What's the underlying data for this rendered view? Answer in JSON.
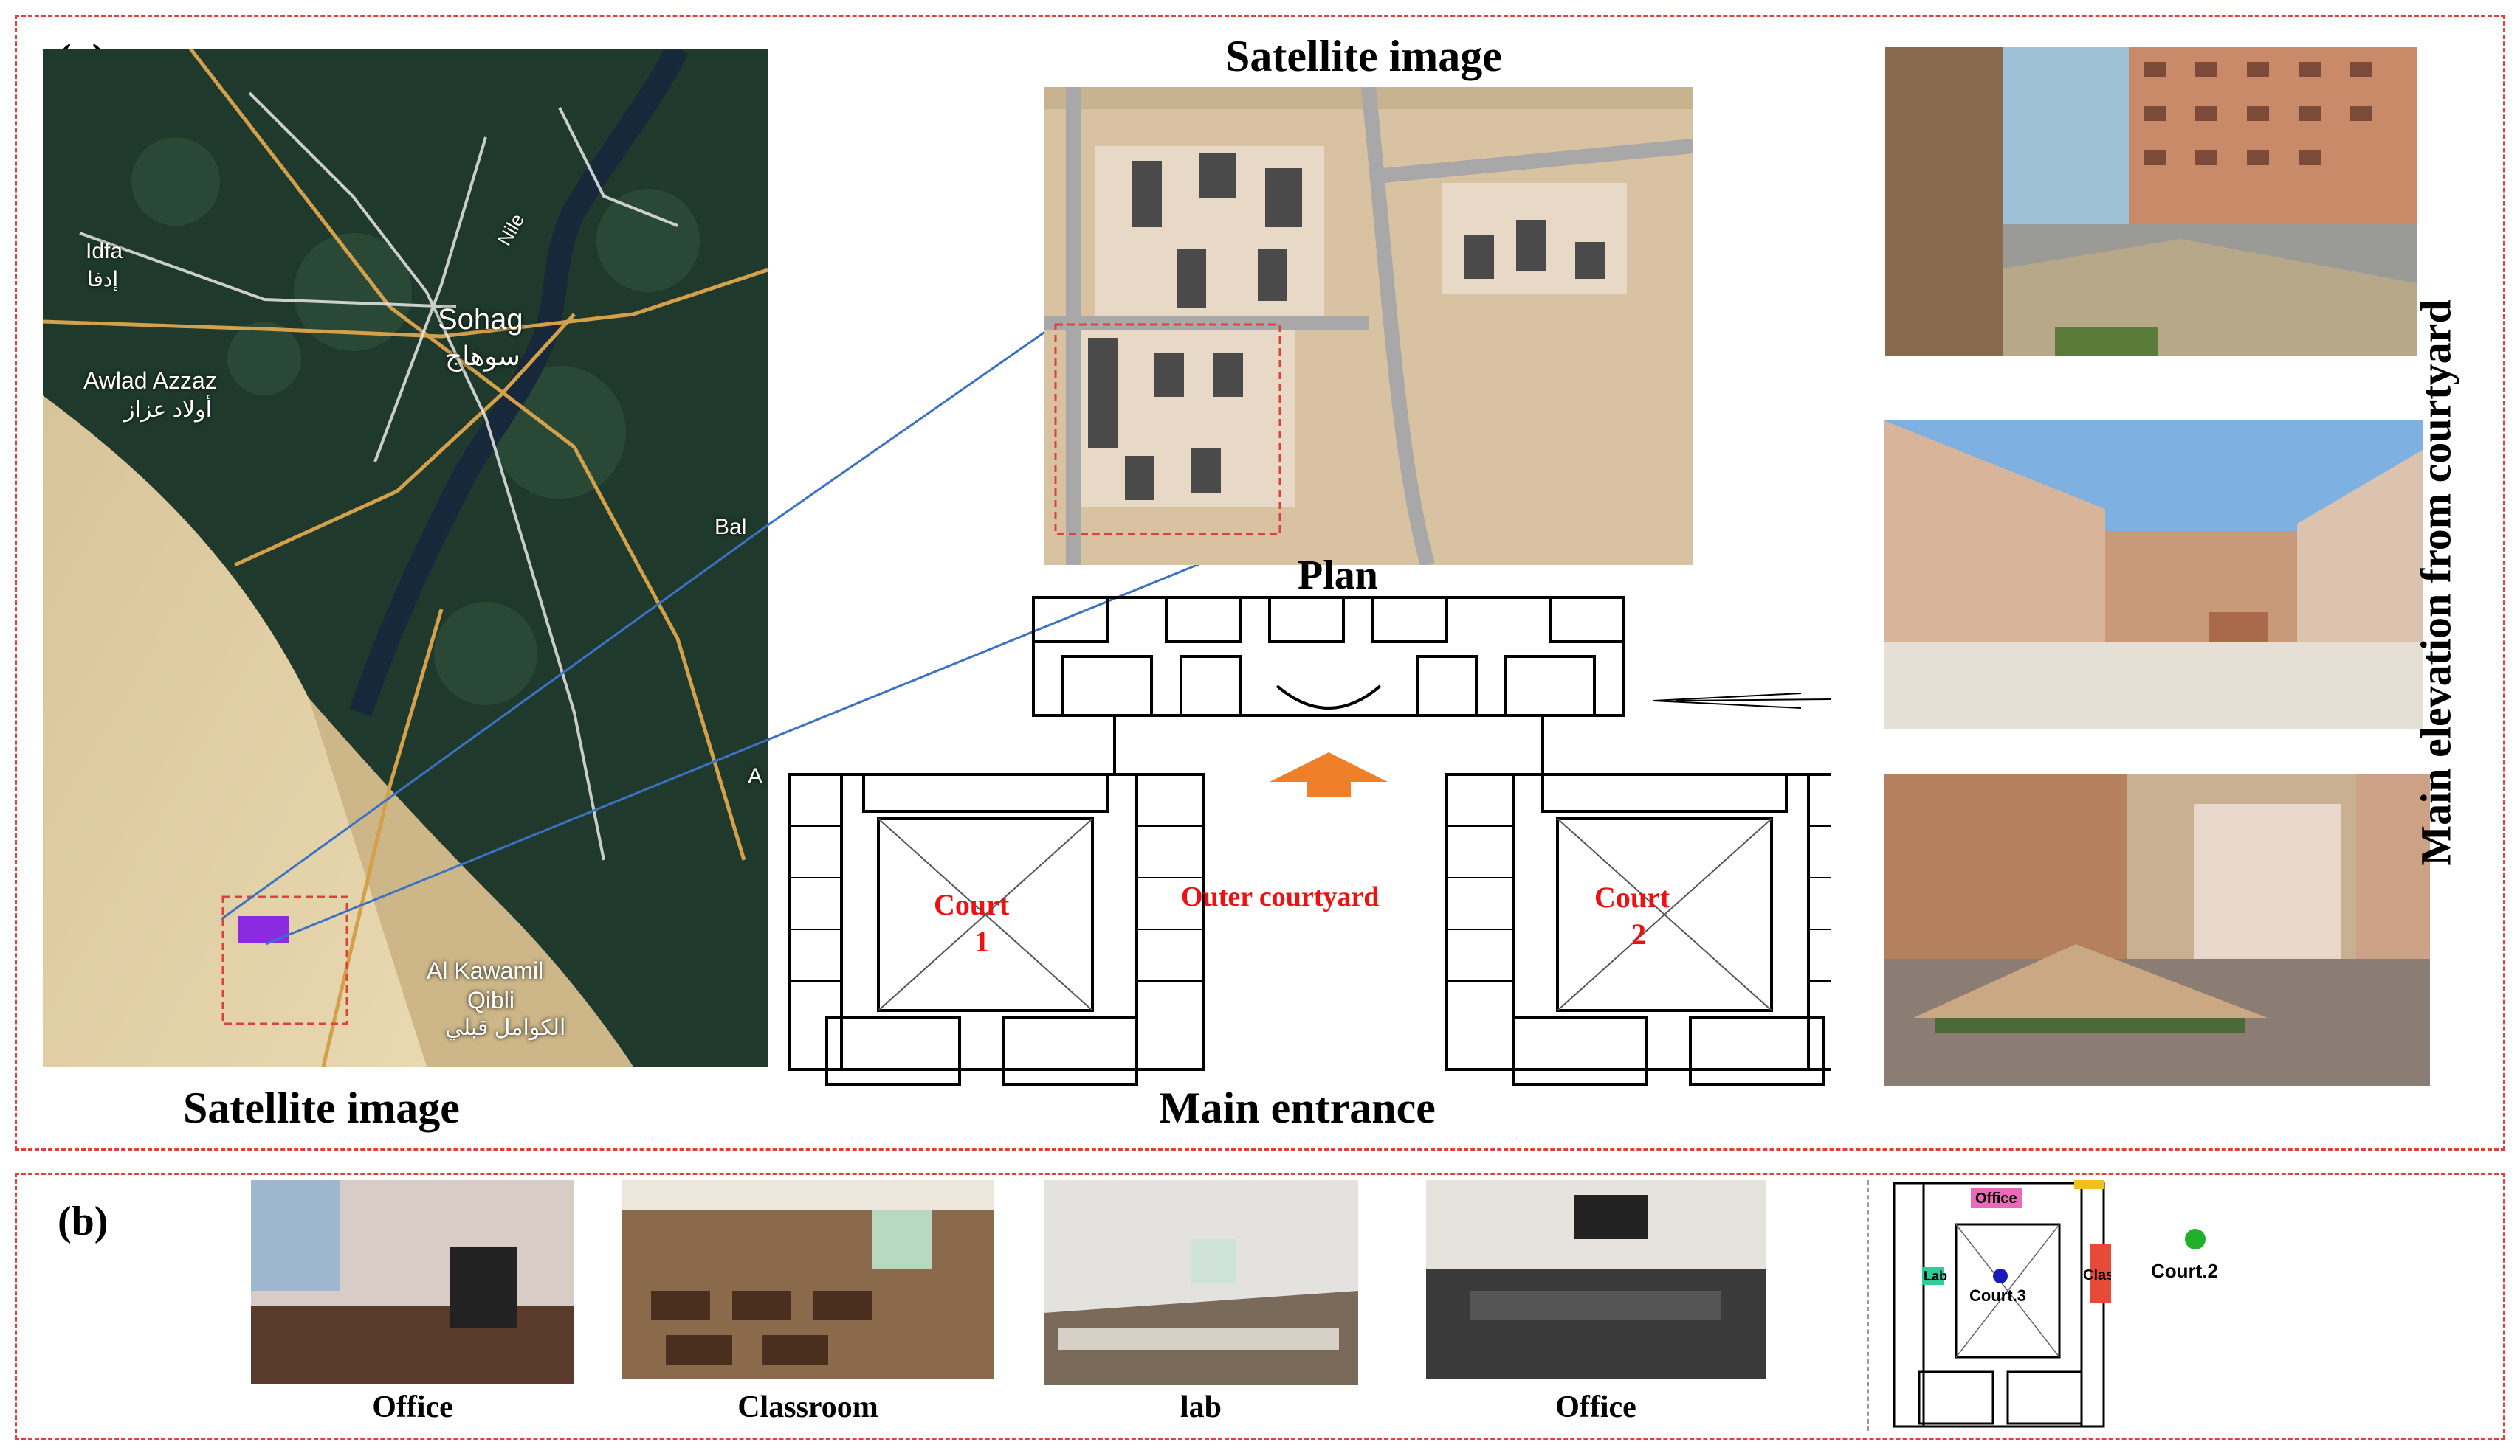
{
  "panel_a": {
    "tag": "(a)",
    "map": {
      "caption": "Satellite image",
      "labels": {
        "idfa_en": "Idfa",
        "idfa_ar": "إدفا",
        "sohag_en": "Sohag",
        "sohag_ar": "سوهاج",
        "awlad_en": "Awlad Azzaz",
        "awlad_ar": "أولاد عزاز",
        "nile": "Nile",
        "bal": "Bal",
        "a": "A",
        "kawamil_en1": "Al Kawamil",
        "kawamil_en2": "Qibli",
        "kawamil_ar": "الكوامل قبلي"
      }
    },
    "satellite": {
      "title": "Satellite image"
    },
    "plan": {
      "title": "Plan",
      "court1_line1": "Court",
      "court1_line2": "1",
      "outer": "Outer courtyard",
      "court2_line1": "Court",
      "court2_line2": "2",
      "entrance": "Main entrance"
    },
    "elevation_label": "Main elevation from courtyard"
  },
  "panel_b": {
    "tag": "(b)",
    "photos": [
      {
        "caption": "Office"
      },
      {
        "caption": "Classroom"
      },
      {
        "caption": "lab"
      },
      {
        "caption": "Office"
      }
    ],
    "mini_plan": {
      "office": "Office",
      "lab": "Lab",
      "class": "Class",
      "court3": "Court.3",
      "court2": "Court.2"
    }
  },
  "colors": {
    "dash_border": "#e0403a",
    "plan_text": "#e11111",
    "arrow": "#f07f2a",
    "link_line": "#3b72c4",
    "marker_purple": "#8a2be2"
  }
}
